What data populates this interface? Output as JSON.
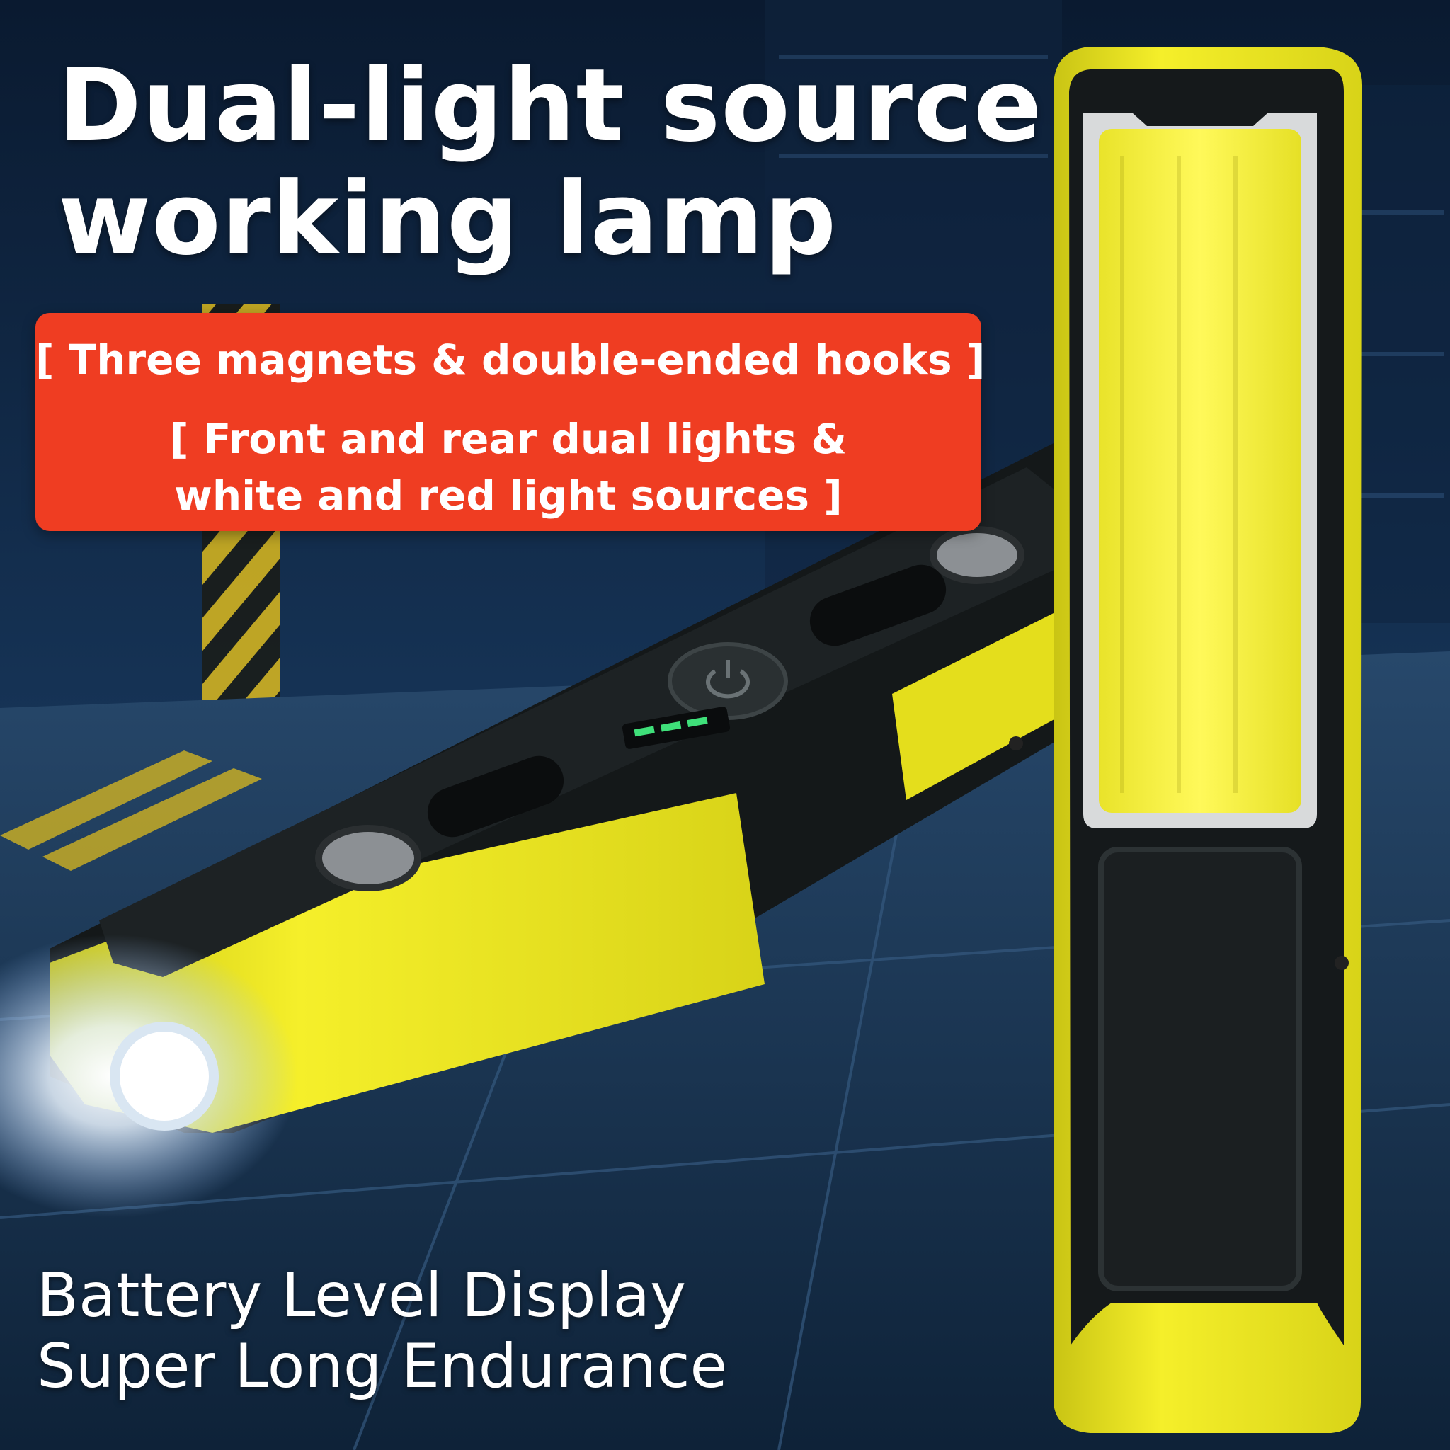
{
  "headline": {
    "line1": "Dual-light source",
    "line2": "working lamp"
  },
  "banner": {
    "line1": "[ Three magnets & double-ended hooks ]",
    "line2": "[ Front and rear dual lights &",
    "line3": "white and red light sources ]",
    "color": "#ef3d22"
  },
  "features": {
    "line1": "Battery Level Display",
    "line2": "Super Long Endurance"
  },
  "colors": {
    "lamp_yellow": "#f0ea1e",
    "lamp_black": "#161a1c",
    "background_blue": "#0d1f36"
  },
  "icons": [
    "power-icon",
    "battery-level-icon",
    "magnet-icon",
    "hook-icon"
  ]
}
